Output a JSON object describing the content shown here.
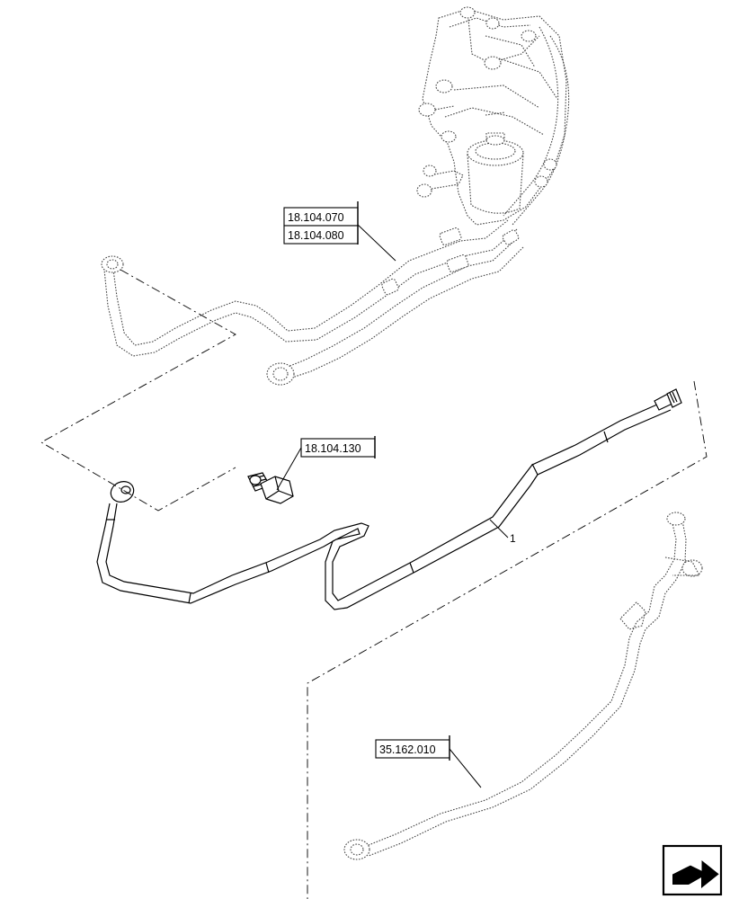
{
  "references": {
    "ref_a": "18.104.070",
    "ref_b": "18.104.080",
    "ref_c": "18.104.130",
    "ref_d": "35.162.010"
  },
  "callouts": {
    "item_1": "1"
  },
  "icons": {
    "nav": "next-page-arrow-icon"
  }
}
